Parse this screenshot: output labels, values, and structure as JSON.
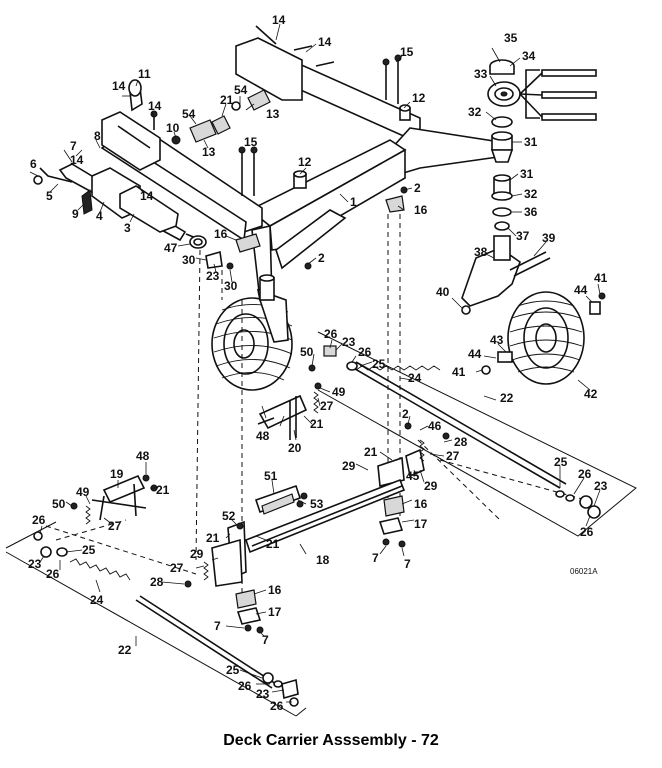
{
  "caption": "Deck Carrier Asssembly - 72",
  "figure_code": "06021A",
  "callouts": {
    "c1": "1",
    "c2a": "2",
    "c2b": "2",
    "c2c": "2",
    "c3": "3",
    "c4": "4",
    "c5": "5",
    "c6": "6",
    "c7a": "7",
    "c7b": "7",
    "c7c": "7",
    "c7d": "7",
    "c7e": "7",
    "c8": "8",
    "c9": "9",
    "c10": "10",
    "c11": "11",
    "c12a": "12",
    "c12b": "12",
    "c13a": "13",
    "c13b": "13",
    "c14a": "14",
    "c14b": "14",
    "c14c": "14",
    "c14d": "14",
    "c14e": "14",
    "c14f": "14",
    "c15a": "15",
    "c15b": "15",
    "c16a": "16",
    "c16b": "16",
    "c16c": "16",
    "c16d": "16",
    "c17a": "17",
    "c17b": "17",
    "c18": "18",
    "c19": "19",
    "c20": "20",
    "c21a": "21",
    "c21b": "21",
    "c21c": "21",
    "c21d": "21",
    "c21e": "21",
    "c21f": "21",
    "c22a": "22",
    "c22b": "22",
    "c23a": "23",
    "c23b": "23",
    "c23c": "23",
    "c23d": "23",
    "c23e": "23",
    "c24a": "24",
    "c24b": "24",
    "c25a": "25",
    "c25b": "25",
    "c25c": "25",
    "c25d": "25",
    "c26a": "26",
    "c26b": "26",
    "c26c": "26",
    "c26d": "26",
    "c26e": "26",
    "c26f": "26",
    "c26g": "26",
    "c27a": "27",
    "c27b": "27",
    "c27c": "27",
    "c27d": "27",
    "c28a": "28",
    "c28b": "28",
    "c29a": "29",
    "c29b": "29",
    "c29c": "29",
    "c30a": "30",
    "c30b": "30",
    "c31a": "31",
    "c31b": "31",
    "c32a": "32",
    "c32b": "32",
    "c33": "33",
    "c34": "34",
    "c35": "35",
    "c36": "36",
    "c37": "37",
    "c38": "38",
    "c39": "39",
    "c40": "40",
    "c41a": "41",
    "c41b": "41",
    "c42": "42",
    "c43": "43",
    "c44a": "44",
    "c44b": "44",
    "c45": "45",
    "c46": "46",
    "c47": "47",
    "c48a": "48",
    "c48b": "48",
    "c49a": "49",
    "c49b": "49",
    "c50a": "50",
    "c50b": "50",
    "c51": "51",
    "c52": "52",
    "c53": "53",
    "c54a": "54",
    "c54b": "54"
  }
}
